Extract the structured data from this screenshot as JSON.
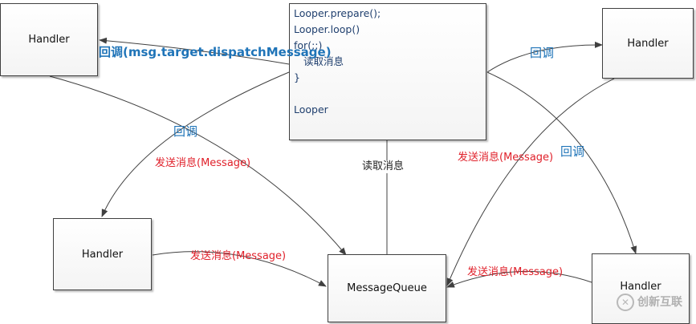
{
  "nodes": {
    "handler_top_left": "Handler",
    "handler_top_right": "Handler",
    "handler_bottom_left": "Handler",
    "handler_bottom_right": "Handler",
    "message_queue": "MessageQueue"
  },
  "looper": {
    "lines": [
      "Looper.prepare();",
      "Looper.loop()",
      "for(;;)",
      "  读取消息",
      "}",
      "",
      "Looper"
    ]
  },
  "labels": {
    "callback_dispatch": "回调(msg.target.dispatchMessage)",
    "callback_top_right": "回调",
    "callback_mid_left": "回调",
    "callback_mid_right": "回调",
    "send_mid_left": "发送消息(Message)",
    "send_mid_right": "发送消息(Message)",
    "send_bottom_left": "发送消息(Message)",
    "send_bottom_right": "发送消息(Message)",
    "read_message": "读取消息"
  },
  "watermark": {
    "text": "创新互联",
    "logo": "创新互联-logo"
  },
  "colors": {
    "callback": "#1f74b8",
    "send": "#e0202a",
    "line": "#404040"
  }
}
